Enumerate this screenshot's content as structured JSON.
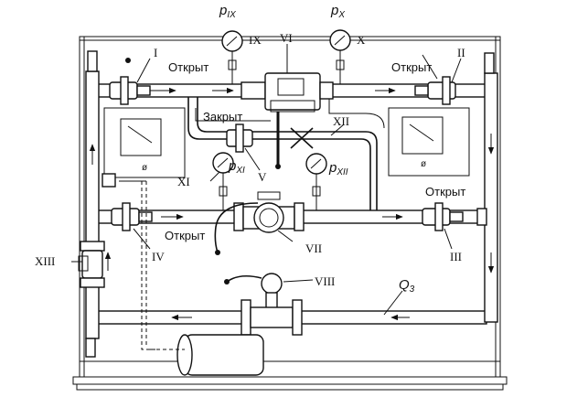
{
  "labels": {
    "open_I": "Открыт",
    "open_II": "Открыт",
    "open_III": "Открыт",
    "open_IV": "Открыт",
    "closed_V": "Закрыт"
  },
  "roman": {
    "I": "I",
    "II": "II",
    "III": "III",
    "IV": "IV",
    "V": "V",
    "VI": "VI",
    "VII": "VII",
    "VIII": "VIII",
    "IX": "IX",
    "X": "X",
    "XI": "XI",
    "XII": "XII",
    "XIII": "XIII"
  },
  "pressure": {
    "p_ix_base": "p",
    "p_ix_sub": "IX",
    "p_x_base": "p",
    "p_x_sub": "X",
    "p_xi_base": "p",
    "p_xi_sub": "XI",
    "p_xii_base": "p",
    "p_xii_sub": "XII"
  },
  "flow": {
    "q_base": "Q",
    "q_sub": "3"
  }
}
